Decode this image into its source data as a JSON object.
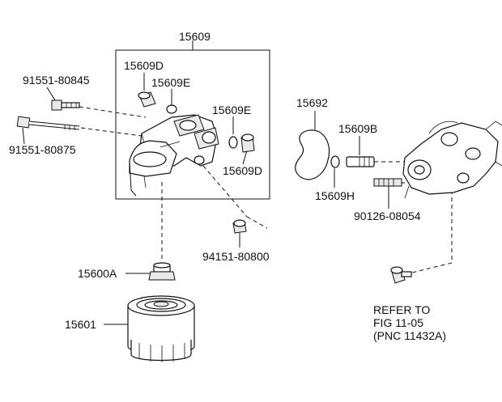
{
  "diagram": {
    "labels": {
      "p15609": "15609",
      "p15609D_top": "15609D",
      "p15609E_top": "15609E",
      "p15609E_right": "15609E",
      "p15609D_right": "15609D",
      "p91551_80845": "91551-80845",
      "p91551_80875": "91551-80875",
      "p94151_80800": "94151-80800",
      "p15600A": "15600A",
      "p15601": "15601",
      "p15692": "15692",
      "p15609B": "15609B",
      "p15609H": "15609H",
      "p90126_08054": "90126-08054",
      "refer_line1": "REFER TO",
      "refer_line2": "FIG 11-05",
      "refer_line3": "(PNC 11432A)"
    }
  }
}
